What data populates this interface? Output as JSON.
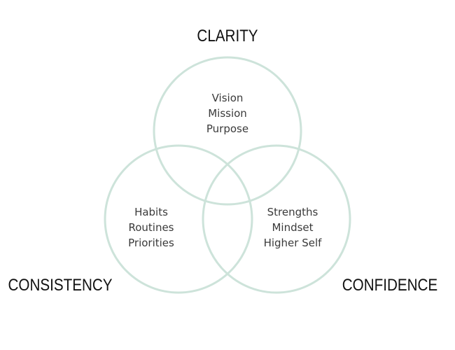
{
  "colors": {
    "circle_stroke": "#cde3da",
    "title_text": "#111111",
    "item_text": "#3a3a3a"
  },
  "sets": [
    {
      "name": "CLARITY",
      "items": [
        "Vision",
        "Mission",
        "Purpose"
      ]
    },
    {
      "name": "CONSISTENCY",
      "items": [
        "Habits",
        "Routines",
        "Priorities"
      ]
    },
    {
      "name": "CONFIDENCE",
      "items": [
        "Strengths",
        "Mindset",
        "Higher Self"
      ]
    }
  ]
}
